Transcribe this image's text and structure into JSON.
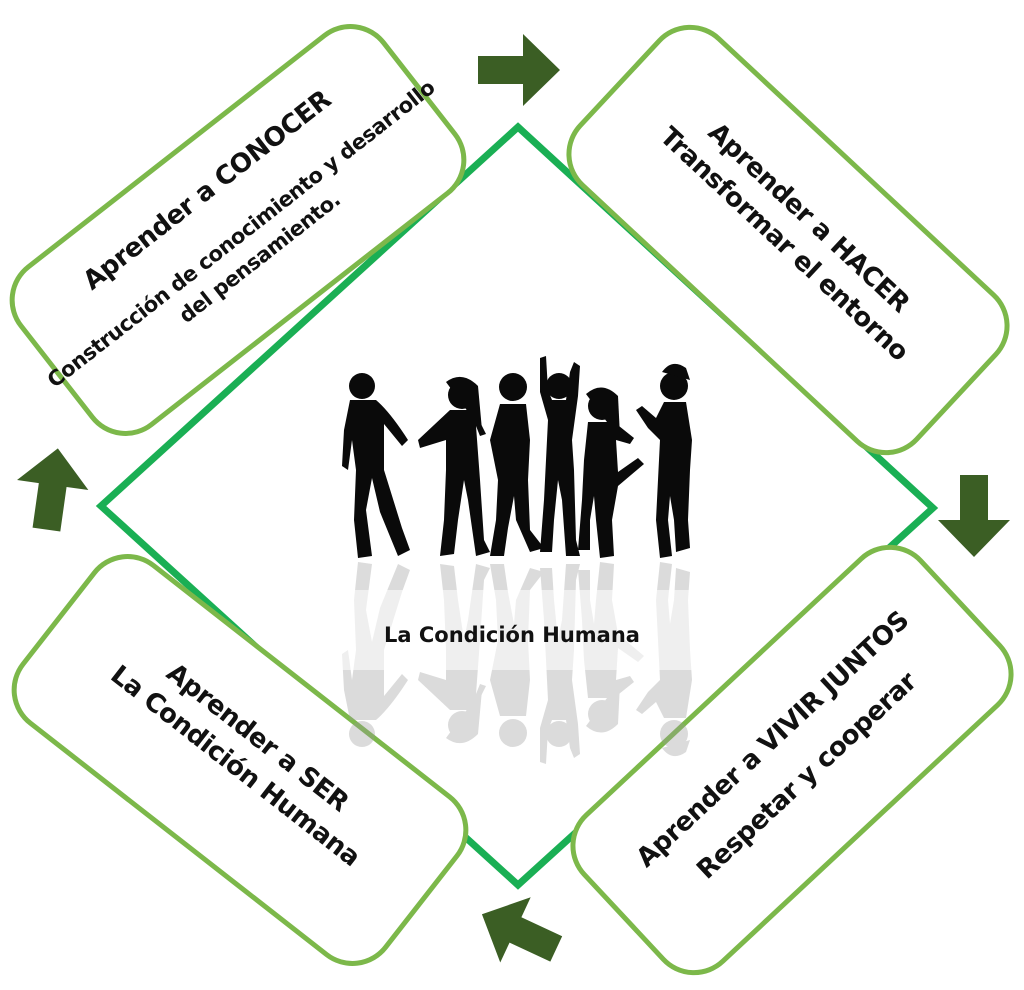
{
  "center": {
    "label": "La Condición Humana"
  },
  "boxes": {
    "top_left": {
      "title": "Aprender a CONOCER",
      "line1": "Construcción de conocimiento y desarrollo",
      "line2": "del pensamiento."
    },
    "top_right": {
      "title": "Aprender a HACER",
      "line1": "Transformar el entorno"
    },
    "bottom_right": {
      "title": "Aprender a VIVIR JUNTOS",
      "line1": "Respetar y cooperar"
    },
    "bottom_left": {
      "title": "Aprender a SER",
      "line1": "La Condición Humana"
    }
  },
  "colors": {
    "diamond": "#1aaf54",
    "box_border": "#7cb84a",
    "arrow": "#3b5e24",
    "silhouette": "#0a0a0a"
  }
}
